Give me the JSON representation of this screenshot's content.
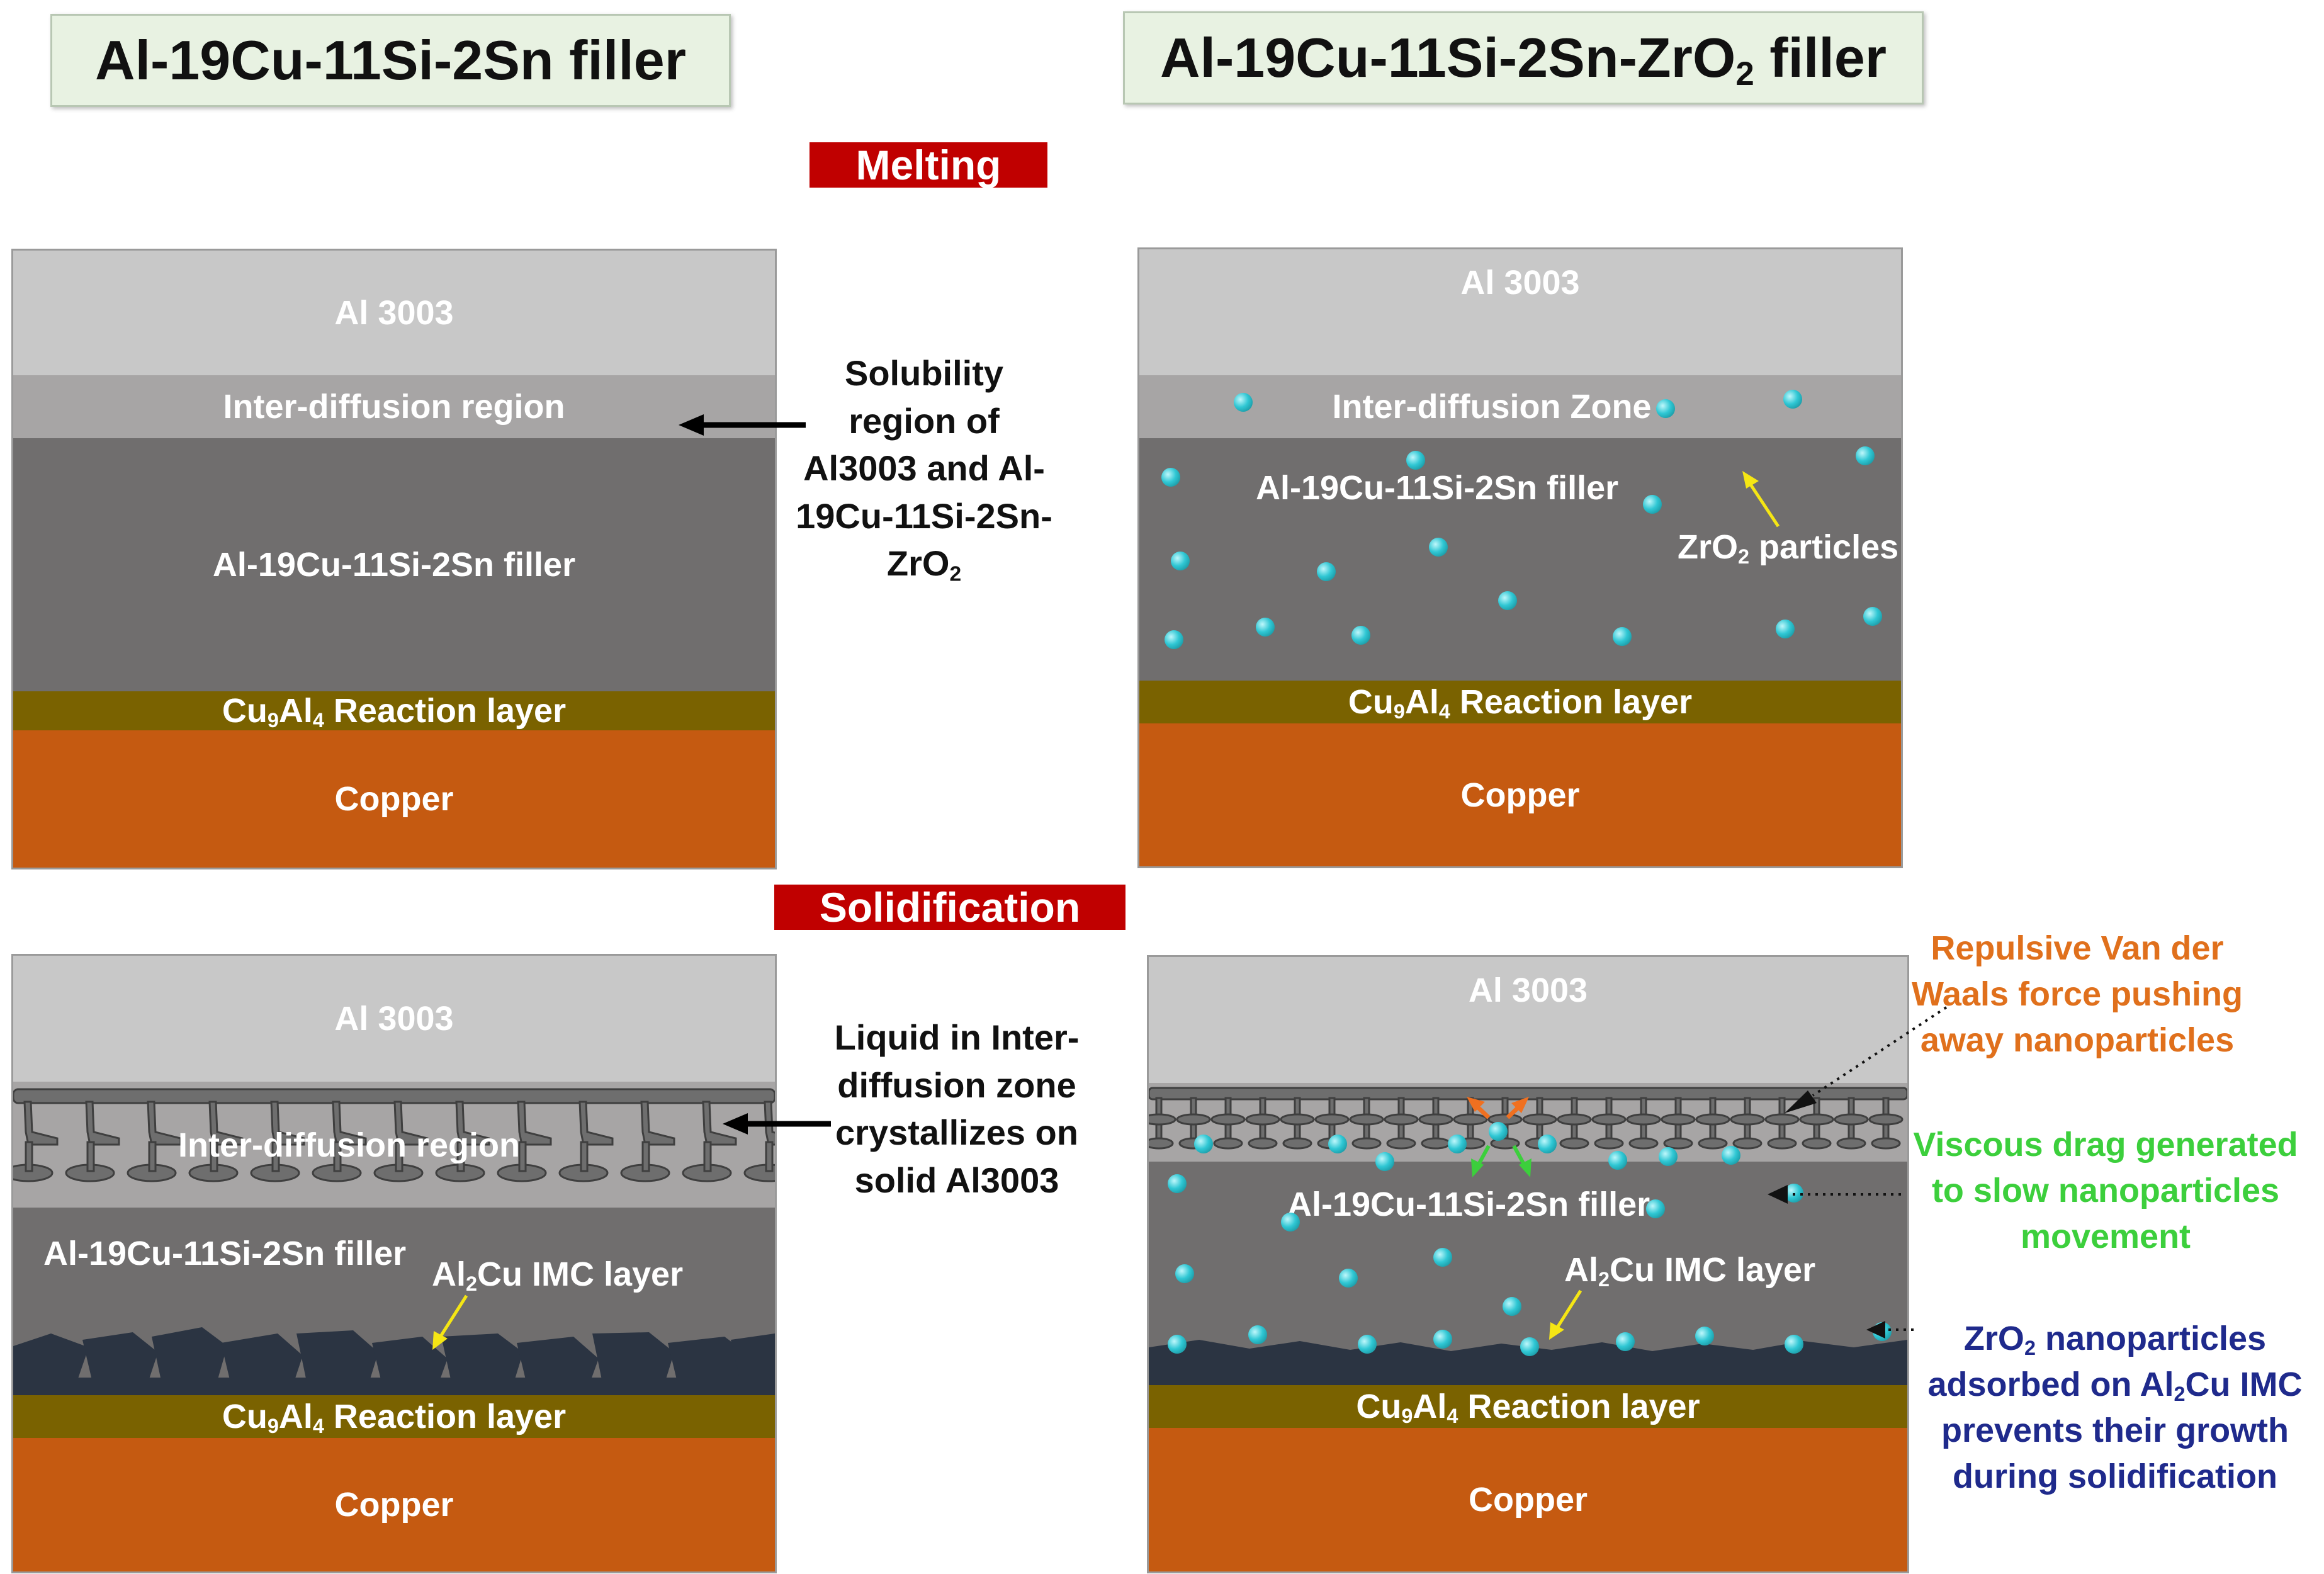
{
  "titles": {
    "left": "Al-19Cu-11Si-2Sn filler",
    "right_prefix": "Al-19Cu-11Si-2Sn-ZrO",
    "right_sub": "2",
    "right_suffix": " filler"
  },
  "stages": {
    "melting": "Melting",
    "solidification": "Solidification"
  },
  "layers": {
    "al3003": "Al 3003",
    "inter_diffusion_region": "Inter-diffusion region",
    "inter_diffusion_zone": "Inter-diffusion Zone",
    "filler": "Al-19Cu-11Si-2Sn filler",
    "reaction_prefix": "Cu",
    "reaction_sub1": "9",
    "reaction_mid": "Al",
    "reaction_sub2": "4",
    "reaction_suffix": " Reaction layer",
    "copper": "Copper",
    "imc_prefix": "Al",
    "imc_sub": "2",
    "imc_suffix": "Cu IMC layer"
  },
  "particles_label": {
    "prefix": "ZrO",
    "sub": "2",
    "suffix": " particles"
  },
  "notes": {
    "solubility": [
      "Solubility",
      "region of",
      "Al3003 and Al-",
      "19Cu-11Si-2Sn-"
    ],
    "solubility_last_prefix": "ZrO",
    "solubility_last_sub": "2",
    "liquid": [
      "Liquid in Inter-",
      "diffusion zone",
      "crystallizes on",
      "solid Al3003"
    ],
    "repulsive": [
      "Repulsive Van der",
      "Waals force pushing",
      "away nanoparticles"
    ],
    "viscous": [
      "Viscous drag generated",
      "to slow nanoparticles",
      "movement"
    ],
    "adsorbed_first_prefix": "ZrO",
    "adsorbed_first_sub": "2",
    "adsorbed_first_suffix": " nanoparticles",
    "adsorbed_second_prefix": "adsorbed on Al",
    "adsorbed_second_sub": "2",
    "adsorbed_second_suffix": "Cu IMC",
    "adsorbed_rest": [
      "prevents their growth",
      "during solidification"
    ]
  },
  "colors": {
    "stage_bg": "#c00000",
    "repulsive_text": "#e0701c",
    "viscous_text": "#3ccf3c",
    "adsorbed_text": "#1f2a8c",
    "particle": "#2fc7d4",
    "imc_dark": "#2b3442"
  }
}
